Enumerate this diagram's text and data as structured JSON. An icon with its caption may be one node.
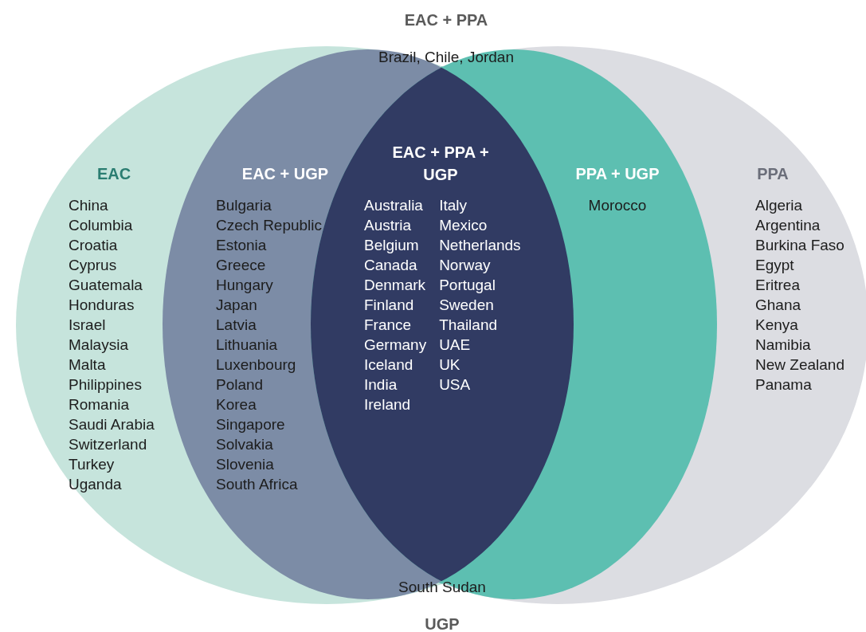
{
  "diagram": {
    "nodes": [
      {
        "text": [
          "EAC",
          "China",
          "Columbia",
          "Croatia",
          "Cyprus",
          "Guatemala",
          "Honduras",
          "Israel",
          "Malaysia",
          "Malta",
          "Philippines",
          "Romania",
          "Saudi Arabia",
          "Switzerland",
          "Turkey",
          "Uganda"
        ]
      },
      {
        "text": [
          "EAC + UGP",
          "Bulgaria",
          "Czech Republic",
          "Estonia",
          "Greece",
          "Hungary",
          "Japan",
          "Latvia",
          "Lithuania",
          "Luxenbourg",
          "Poland",
          "Korea",
          "Singapore",
          "Solvakia",
          "Slovenia",
          "South Africa"
        ]
      },
      {
        "text": [
          "EAC + PPA + UGP",
          "Australia",
          "Austria",
          "Belgium",
          "Canada",
          "Denmark",
          "Finland",
          "France",
          "Germany",
          "Iceland",
          "India",
          "Ireland",
          "Italy",
          "Mexico",
          "Netherlands",
          "Norway",
          "Portugal",
          "Sweden",
          "Thailand",
          "UAE",
          "UK",
          "USA"
        ]
      },
      {
        "text": [
          "PPA + UGP",
          "Morocco"
        ]
      },
      {
        "text": [
          "PPA",
          "Algeria",
          "Argentina",
          "Burkina Faso",
          "Egypt",
          "Eritrea",
          "Ghana",
          "Kenya",
          "Namibia",
          "New Zealand",
          "Panama"
        ]
      },
      {
        "text": [
          "EAC + PPA",
          "Brazil, Chile, Jordan"
        ]
      },
      {
        "text": [
          "South Sudan",
          "UGP"
        ]
      }
    ]
  }
}
